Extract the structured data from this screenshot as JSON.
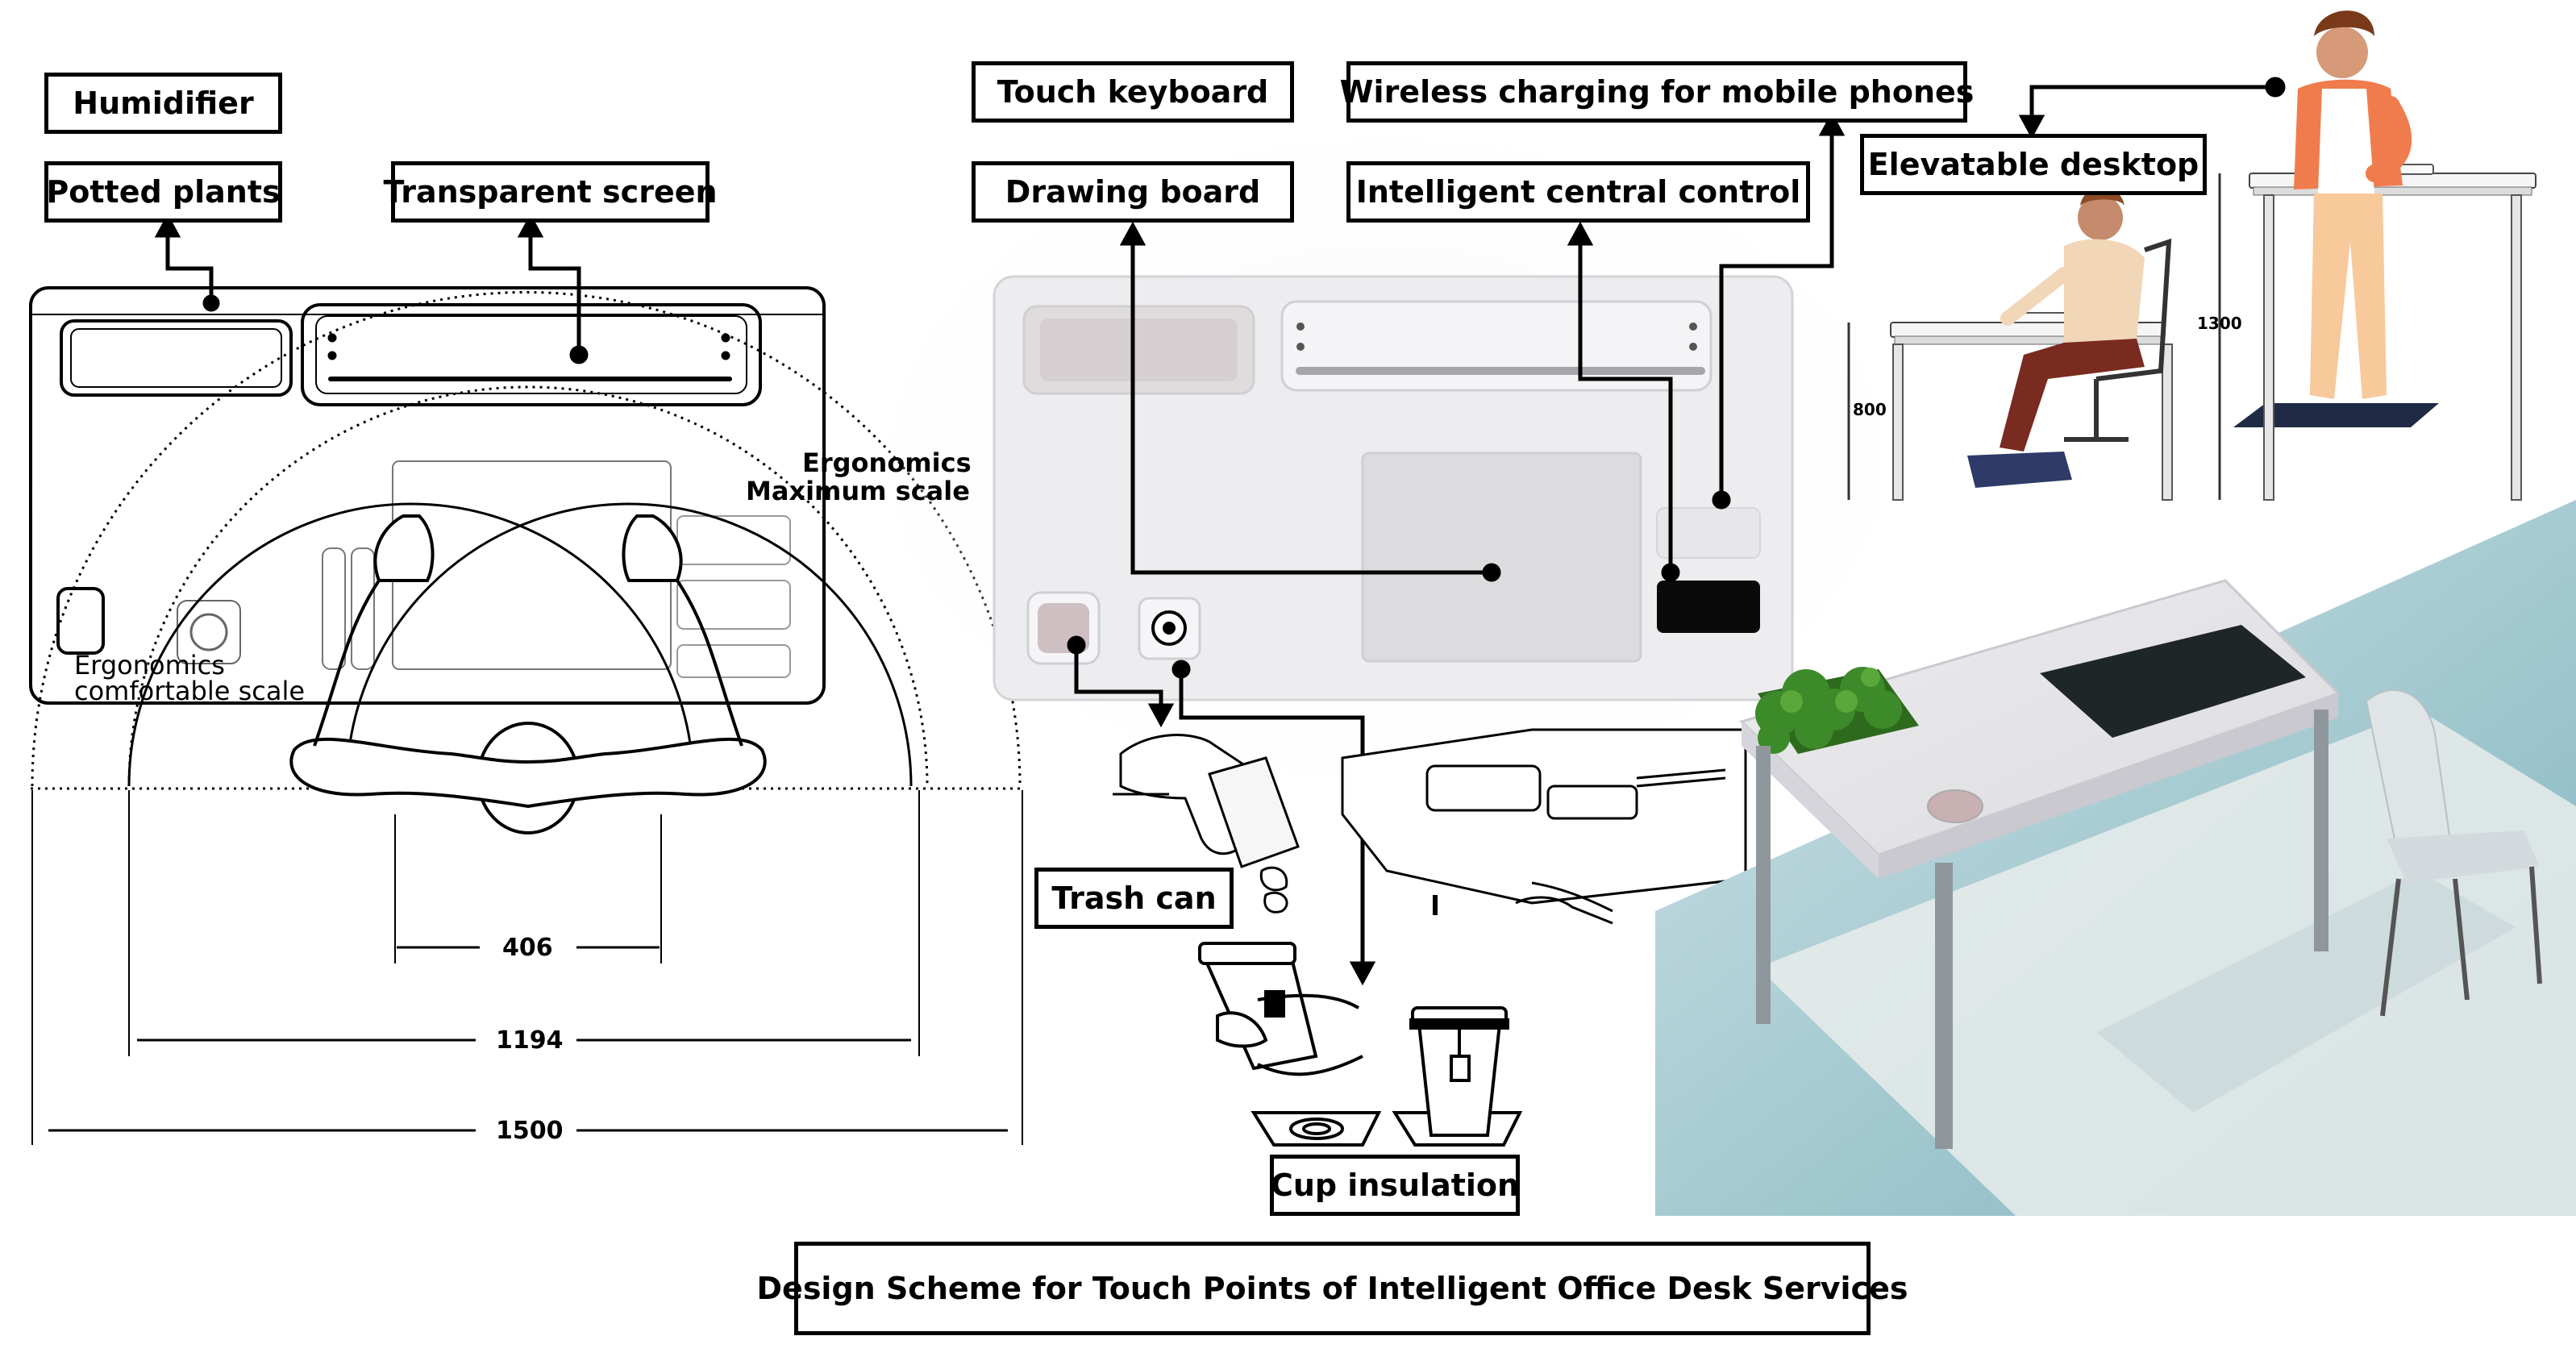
{
  "labels": {
    "humidifier": "Humidifier",
    "potted_plants": "Potted plants",
    "transparent_screen": "Transparent screen",
    "touch_keyboard": "Touch keyboard",
    "drawing_board": "Drawing board",
    "wireless_charging": "Wireless charging for mobile phones",
    "intelligent_control": "Intelligent central control",
    "elevatable_desktop": "Elevatable desktop",
    "trash_can": "Trash can",
    "cup_insulation": "Cup insulation",
    "caption": "Design Scheme for Touch Points of Intelligent Office Desk Services"
  },
  "ergonomics": {
    "max_line1": "Ergonomics",
    "max_line2": "Maximum scale",
    "comf_line1": "Ergonomics",
    "comf_line2": "comfortable scale"
  },
  "dimensions": {
    "shoulder": "406",
    "comfort_reach": "1194",
    "max_reach": "1500",
    "sit_height": "800",
    "stand_height": "1300"
  },
  "colors": {
    "line": "#000000",
    "desk_white": "#f1f1f3",
    "floor_blue": "#9cc4cc",
    "plant_green": "#3d8a2a",
    "shirt_orange": "#f08050",
    "screen_dark": "#2a3030"
  }
}
